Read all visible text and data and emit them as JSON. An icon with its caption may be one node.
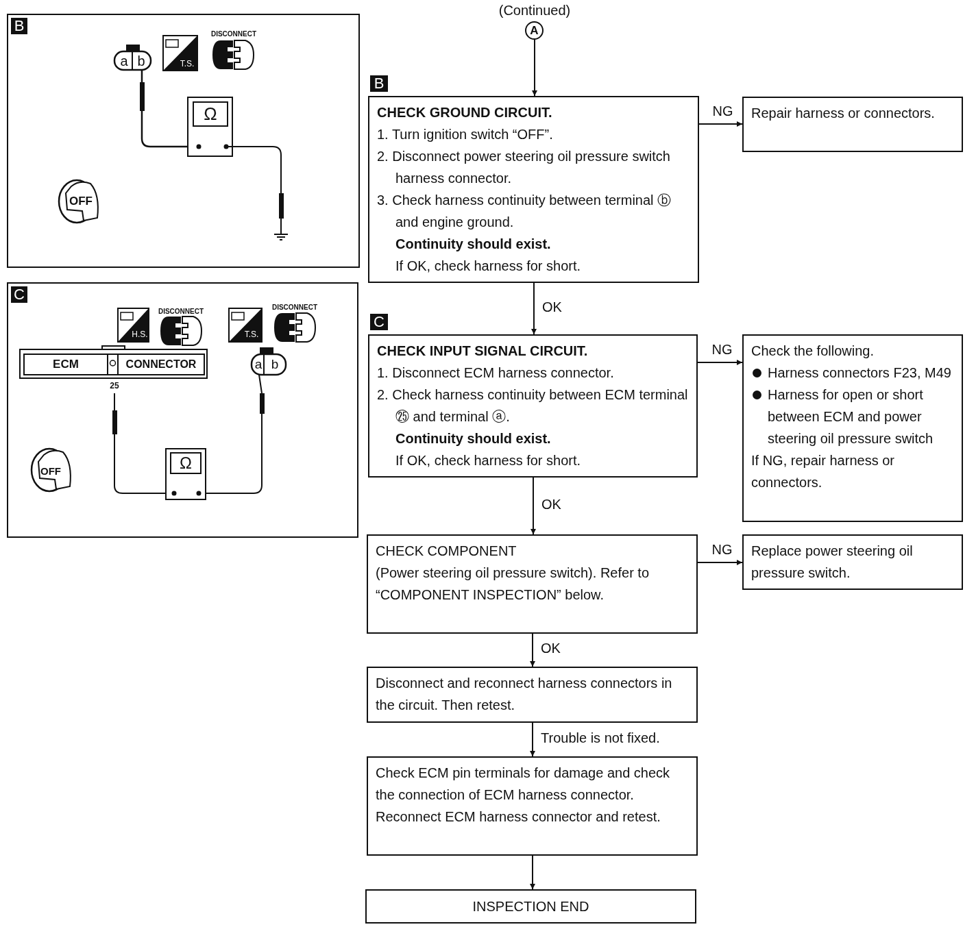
{
  "diagram": {
    "nodes": [
      {
        "text": [
          "A"
        ],
        "beside": [
          "(Continued)"
        ]
      },
      {
        "text": [
          "CHECK GROUND CIRCUIT.",
          "1. Turn ignition switch “OFF”.",
          "2. Disconnect power steering oil pressure switch harness connector.",
          "3. Check harness continuity between terminal ⓑ and engine ground.",
          "Continuity should exist.",
          "If OK, check harness for short."
        ],
        "beside": [
          "B"
        ]
      },
      {
        "text": [
          "Repair harness or connectors."
        ]
      },
      {
        "text": [
          "CHECK INPUT SIGNAL CIRCUIT.",
          "1. Disconnect ECM harness connector.",
          "2. Check harness continuity between ECM terminal ㉕ and terminal ⓐ.",
          "Continuity should exist.",
          "If OK, check harness for short."
        ],
        "beside": [
          "C"
        ]
      },
      {
        "text": [
          "Check the following.",
          "Harness connectors F23, M49",
          "Harness for open or short between ECM and power steering oil pressure switch",
          "If NG, repair harness or connectors."
        ]
      },
      {
        "text": [
          "CHECK COMPONENT",
          "(Power steering oil pressure switch). Refer to “COMPONENT INSPECTION” below."
        ]
      },
      {
        "text": [
          "Replace power steering oil pressure switch."
        ]
      },
      {
        "text": [
          "Disconnect and reconnect harness connectors in the circuit. Then retest."
        ]
      },
      {
        "text": [
          "Check ECM pin terminals for damage and check the connection of ECM harness connector. Reconnect ECM harness connector and retest."
        ]
      },
      {
        "text": [
          "INSPECTION END"
        ]
      },
      {
        "text": [
          "B"
        ]
      },
      {
        "text": [
          "C"
        ]
      }
    ],
    "edges": [
      {
        "from": 0,
        "to": 1,
        "arrow": "to"
      },
      {
        "from": 1,
        "to": 2,
        "arrow": "to",
        "label": "NG"
      },
      {
        "from": 1,
        "to": 3,
        "arrow": "to",
        "label": "OK"
      },
      {
        "from": 3,
        "to": 4,
        "arrow": "to",
        "label": "NG"
      },
      {
        "from": 3,
        "to": 5,
        "arrow": "to",
        "label": "OK"
      },
      {
        "from": 5,
        "to": 6,
        "arrow": "to",
        "label": "NG"
      },
      {
        "from": 5,
        "to": 7,
        "arrow": "to",
        "label": "OK"
      },
      {
        "from": 7,
        "to": 8,
        "arrow": "to",
        "label": "Trouble is not fixed."
      },
      {
        "from": 8,
        "to": 9,
        "arrow": "to"
      }
    ],
    "labels": [
      "a",
      "b",
      "T.S.",
      "DISCONNECT",
      "Ω",
      "OFF",
      "H.S.",
      "DISCONNECT",
      "T.S.",
      "DISCONNECT",
      "ECM",
      "CONNECTOR",
      "a",
      "b",
      "25",
      "Ω",
      "OFF"
    ]
  }
}
